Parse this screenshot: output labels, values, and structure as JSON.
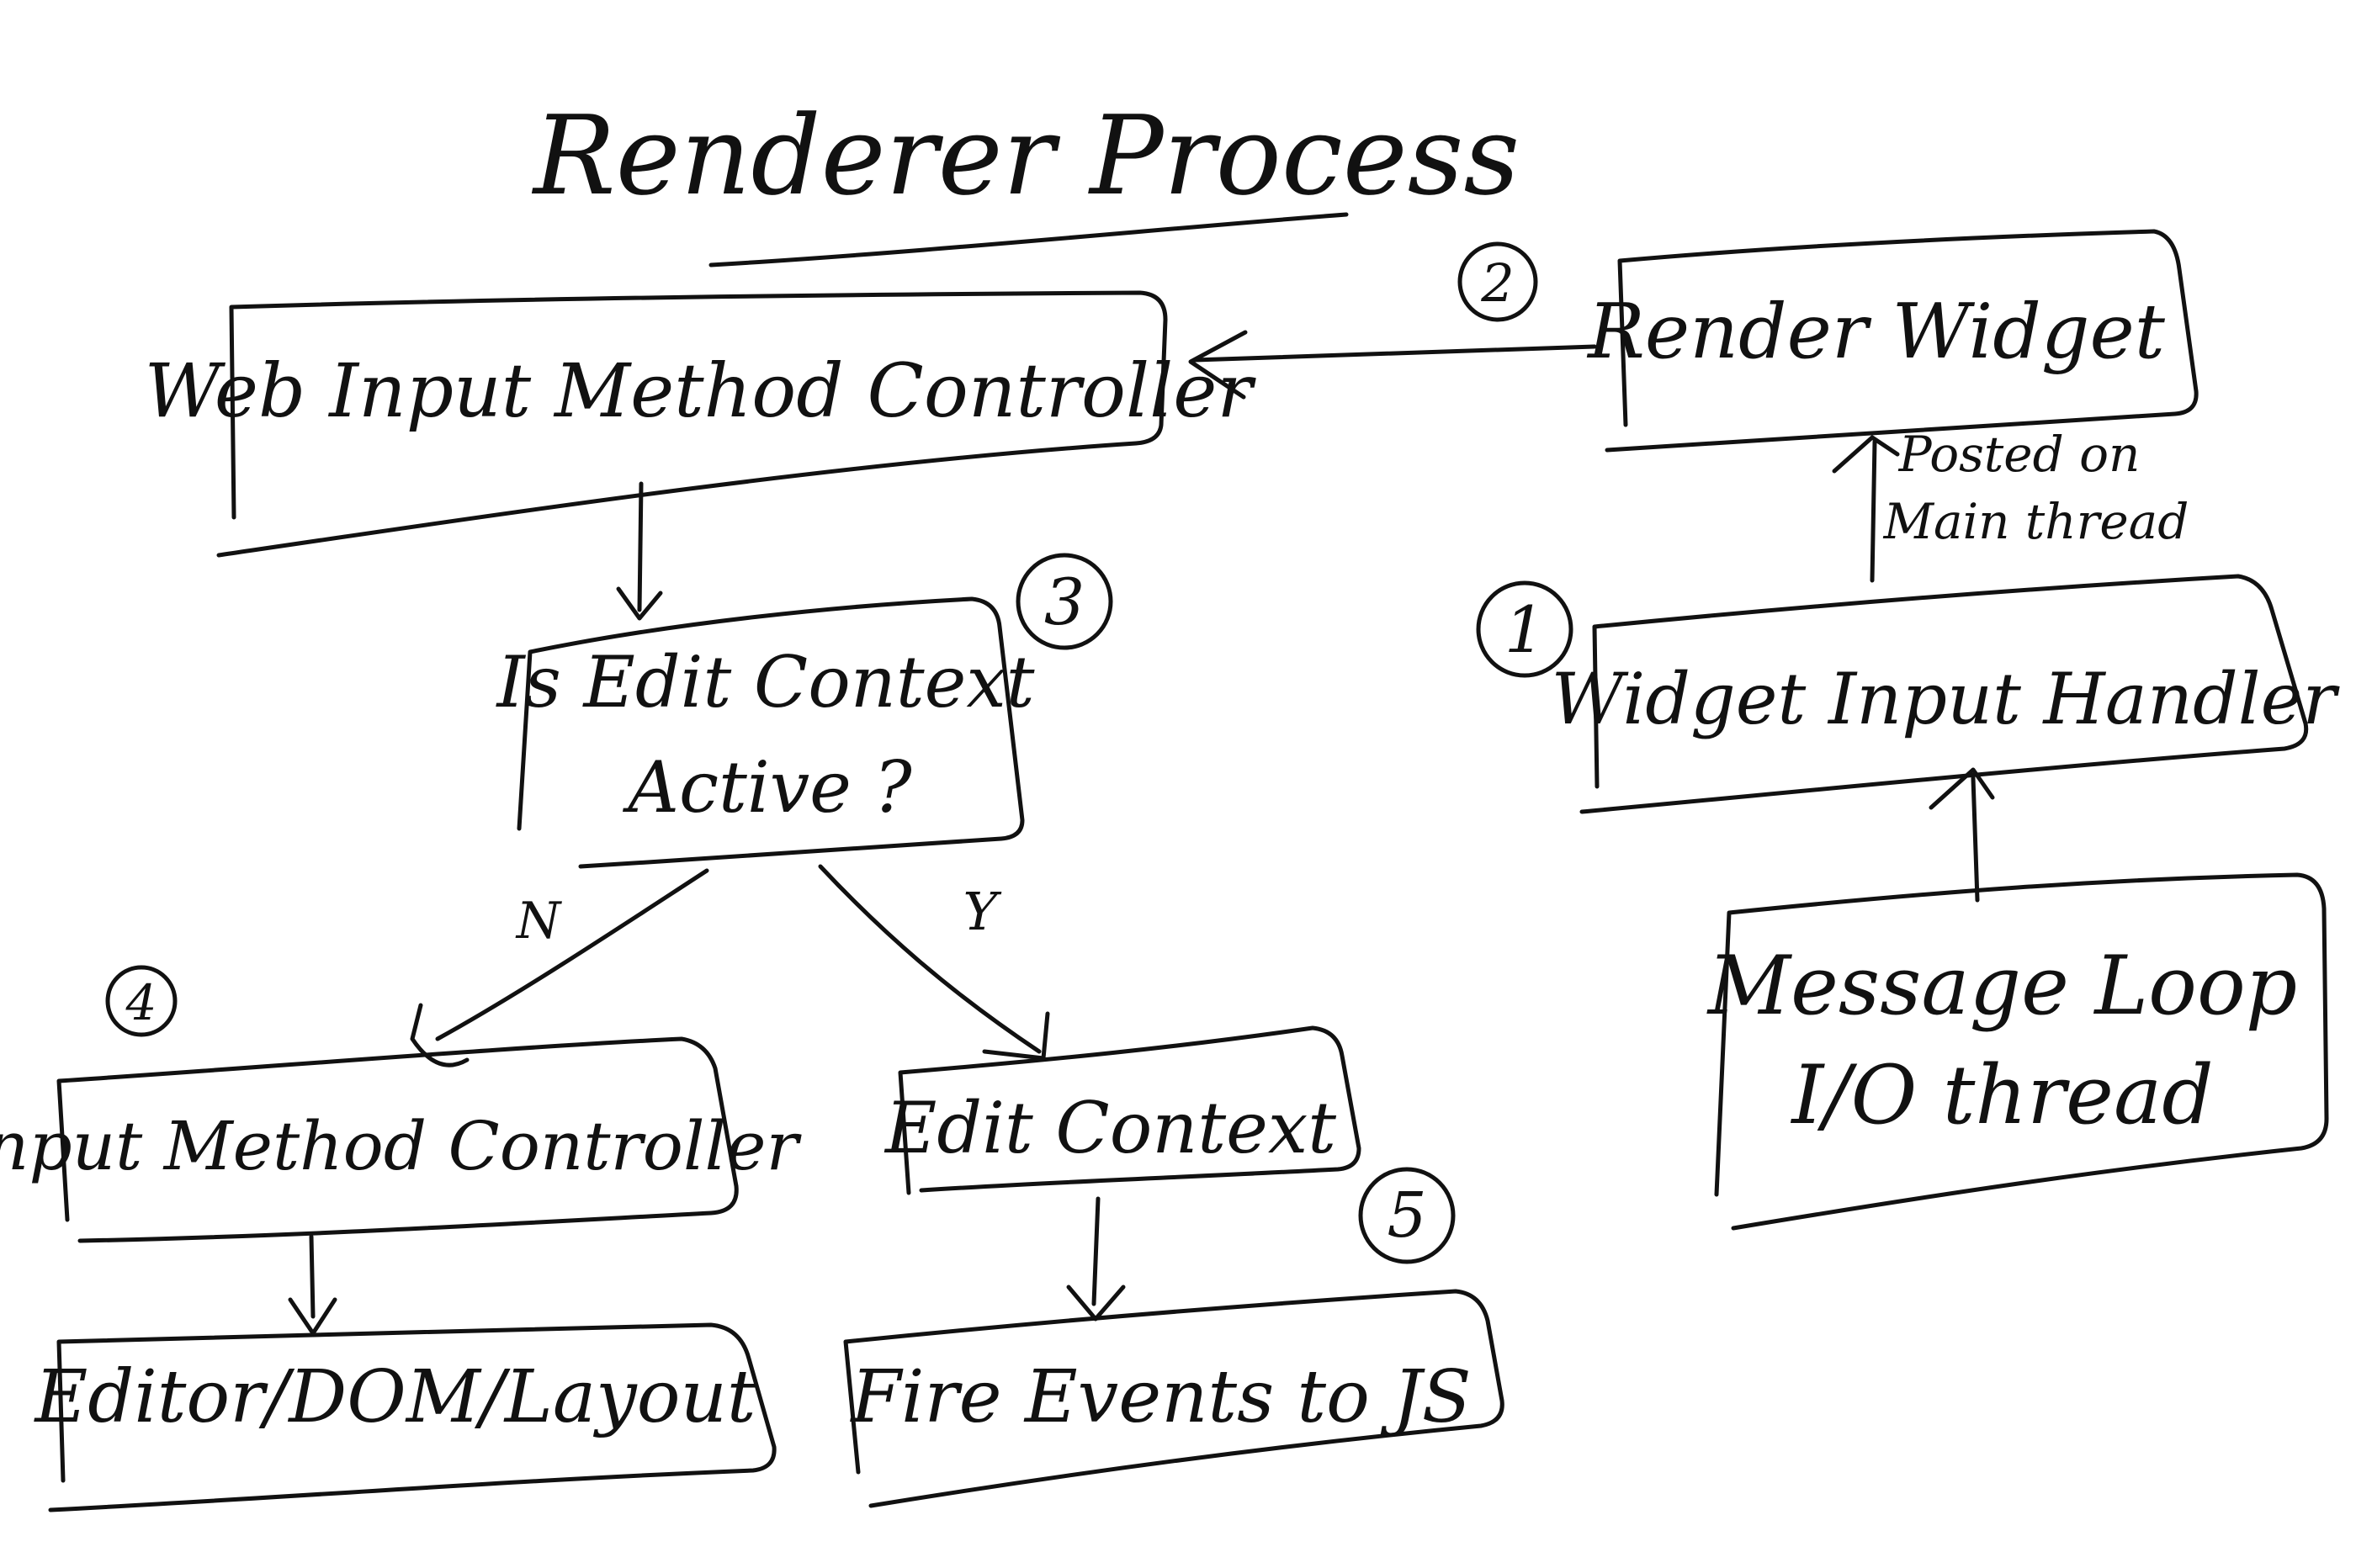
{
  "title": "Renderer Process",
  "nodes": {
    "web_imc": {
      "label": "Web Input Method Controller"
    },
    "render_widget": {
      "label": "Render Widget"
    },
    "is_edit_context": {
      "line1": "Is Edit Context",
      "line2": "Active ?"
    },
    "widget_input_handler": {
      "label": "Widget Input Handler"
    },
    "message_loop": {
      "line1": "Message Loop",
      "line2": "I/O thread"
    },
    "input_method_controller": {
      "label": "Input Method Controller"
    },
    "edit_context": {
      "label": "Edit Context"
    },
    "editor_dom_layout": {
      "label": "Editor/DOM/Layout"
    },
    "fire_events": {
      "label": "Fire Events to JS"
    }
  },
  "edges": {
    "posted_line1": "Posted on",
    "posted_line2": "Main thread",
    "branch_no": "N",
    "branch_yes": "Y"
  },
  "steps": [
    "1",
    "2",
    "3",
    "4",
    "5"
  ]
}
